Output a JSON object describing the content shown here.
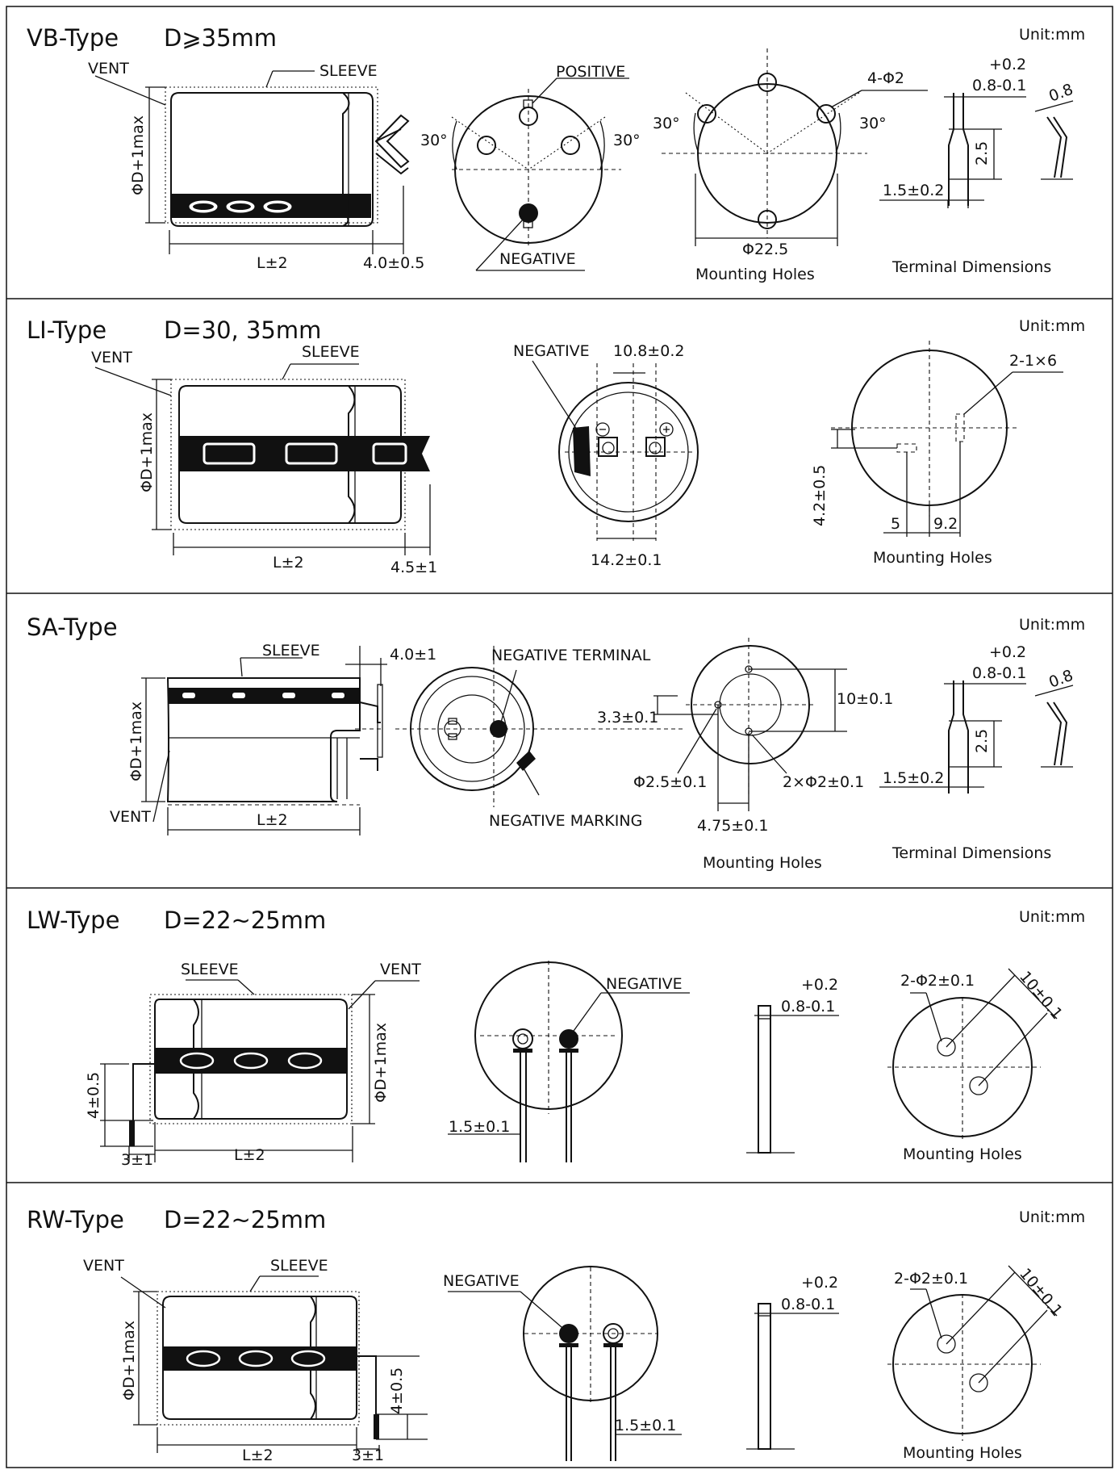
{
  "unit": "Unit:mm",
  "sections": [
    {
      "type": "VB-Type",
      "spec": "D⩾35mm",
      "labels": {
        "vent": "VENT",
        "sleeve": "SLEEVE",
        "diameter": "ΦD+1max",
        "length": "L±2",
        "lead": "4.0±0.5",
        "positive": "POSITIVE",
        "negative": "NEGATIVE",
        "angle": "30°",
        "holes": "4-Φ2",
        "pcd": "Φ22.5",
        "mounting": "Mounting Holes",
        "tol_plus": "+0.2",
        "tol_base": "0.8-0.1",
        "thickness": "0.8",
        "height": "2.5",
        "base": "1.5±0.2",
        "terminal": "Terminal Dimensions"
      }
    },
    {
      "type": "LI-Type",
      "spec": "D=30, 35mm",
      "labels": {
        "vent": "VENT",
        "sleeve": "SLEEVE",
        "diameter": "ΦD+1max",
        "length": "L±2",
        "lead": "4.5±1",
        "negative": "NEGATIVE",
        "pitch_top": "10.8±0.2",
        "pitch_bottom": "14.2±0.1",
        "slot": "2-1×6",
        "offset": "4.2±0.5",
        "dim_a": "5",
        "dim_b": "9.2",
        "mounting": "Mounting Holes"
      }
    },
    {
      "type": "SA-Type",
      "spec": "",
      "labels": {
        "sleeve": "SLEEVE",
        "vent": "VENT",
        "diameter": "ΦD+1max",
        "length": "L±2",
        "lead": "4.0±1",
        "neg_terminal": "NEGATIVE TERMINAL",
        "neg_marking": "NEGATIVE MARKING",
        "offset_small": "3.3±0.1",
        "vertical": "10±0.1",
        "hole_single": "Φ2.5±0.1",
        "hole_pair": "2×Φ2±0.1",
        "horizontal": "4.75±0.1",
        "mounting": "Mounting Holes",
        "tol_plus": "+0.2",
        "tol_base": "0.8-0.1",
        "thickness": "0.8",
        "height": "2.5",
        "base": "1.5±0.2",
        "terminal": "Terminal Dimensions"
      }
    },
    {
      "type": "LW-Type",
      "spec": "D=22~25mm",
      "labels": {
        "sleeve": "SLEEVE",
        "vent": "VENT",
        "diameter": "ΦD+1max",
        "height": "4±0.5",
        "lead": "3±1",
        "length": "L±2",
        "negative": "NEGATIVE",
        "pitch": "1.5±0.1",
        "tol_plus": "+0.2",
        "tol_base": "0.8-0.1",
        "holes": "2-Φ2±0.1",
        "spacing": "10±0.1",
        "mounting": "Mounting Holes"
      }
    },
    {
      "type": "RW-Type",
      "spec": "D=22~25mm",
      "labels": {
        "vent": "VENT",
        "sleeve": "SLEEVE",
        "diameter": "ΦD+1max",
        "height": "4±0.5",
        "lead": "3±1",
        "length": "L±2",
        "negative": "NEGATIVE",
        "pitch": "1.5±0.1",
        "tol_plus": "+0.2",
        "tol_base": "0.8-0.1",
        "holes": "2-Φ2±0.1",
        "spacing": "10±0.1",
        "mounting": "Mounting Holes"
      }
    }
  ]
}
